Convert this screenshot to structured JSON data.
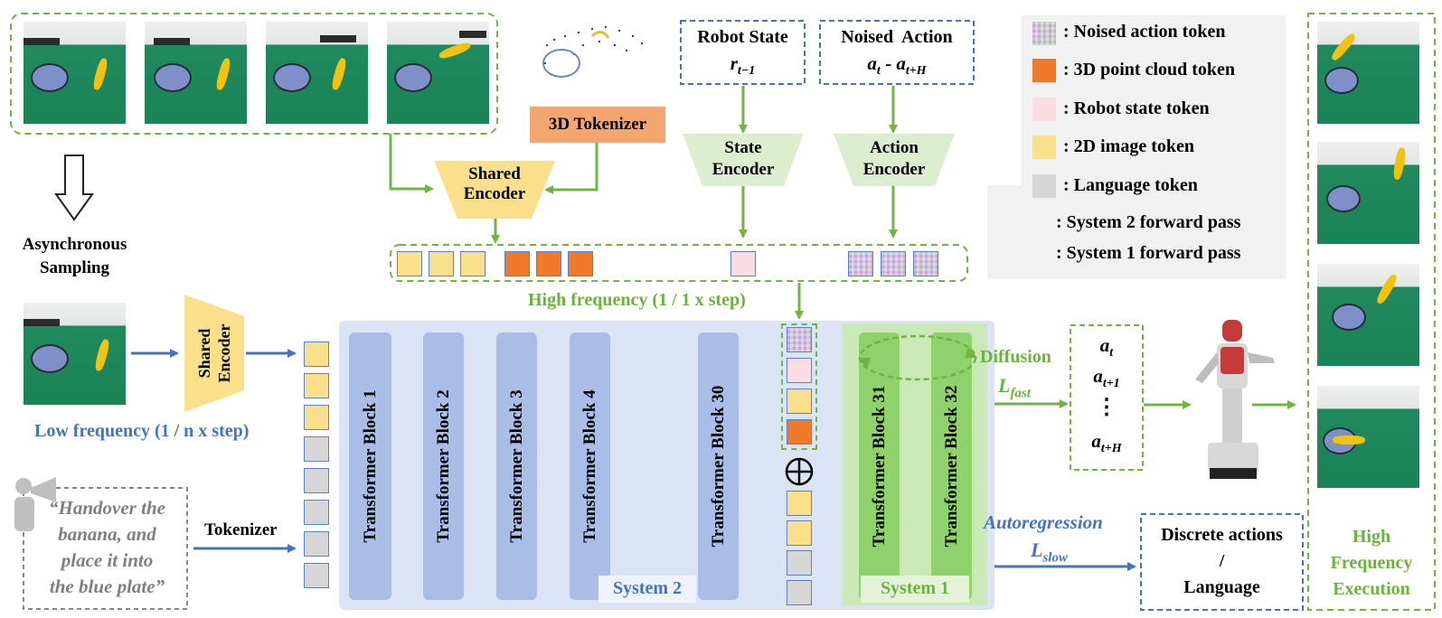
{
  "tokenizer_3d": "3D Tokenizer",
  "shared_encoder": "Shared\nEncoder",
  "shared_encoder_left": "Shared\nEncoder",
  "robot_state": {
    "title": "Robot State",
    "symbol": "r",
    "sub": "t−1"
  },
  "noised_action": {
    "title": "Noised  Action",
    "a1": "a",
    "a1_sub": "t",
    "sep": " - ",
    "a2": "a",
    "a2_sub": "t+H"
  },
  "state_encoder": "State\nEncoder",
  "action_encoder": "Action\nEncoder",
  "legend": [
    {
      "label": ": Noised action token",
      "kind": "noised"
    },
    {
      "label": ": 3D point cloud token",
      "kind": "pointcloud",
      "color": "#ee7a2a"
    },
    {
      "label": ": Robot state token",
      "kind": "state",
      "color": "#f9dde2"
    },
    {
      "label": ": 2D image token",
      "kind": "image",
      "color": "#fbe08c"
    },
    {
      "label": ": Language token",
      "kind": "language",
      "color": "#d6d6d6"
    }
  ],
  "legend_arrows": [
    {
      "label": ": System 2 forward pass",
      "color": "#4472c4"
    },
    {
      "label": ": System 1 forward pass",
      "color": "#70b544"
    }
  ],
  "async_sampling": "Asynchronous\nSampling",
  "high_freq": "High frequency (1 / 1 x step)",
  "low_freq": "Low frequency (1 / n x step)",
  "instruction": "“Handover the\nbanana, and\nplace it into\nthe blue plate”",
  "tokenizer": "Tokenizer",
  "blocks": [
    "Transformer Block 1",
    "Transformer Block 2",
    "Transformer Block 3",
    "Transformer Block 4",
    "Transformer Block 30"
  ],
  "blocks_s1": [
    "Transformer Block 31",
    "Transformer Block 32"
  ],
  "system2": "System 2",
  "system1": "System 1",
  "diffusion": "Diffusion",
  "l_fast": {
    "L": "L",
    "sub": "fast"
  },
  "autoregression": "Autoregression",
  "l_slow": {
    "L": "L",
    "sub": "slow"
  },
  "actions": [
    {
      "a": "a",
      "sub": "t"
    },
    {
      "a": "a",
      "sub": "t+1"
    },
    {
      "a": "⋮",
      "sub": ""
    },
    {
      "a": "a",
      "sub": "t+H"
    }
  ],
  "discrete": "Discrete actions\n/\nLanguage",
  "execution": "High\nFrequency\nExecution",
  "colors": {
    "green": "#70b544",
    "blue": "#4472c4",
    "green_text": "#6ab43c",
    "blue_text": "#4472c4"
  }
}
